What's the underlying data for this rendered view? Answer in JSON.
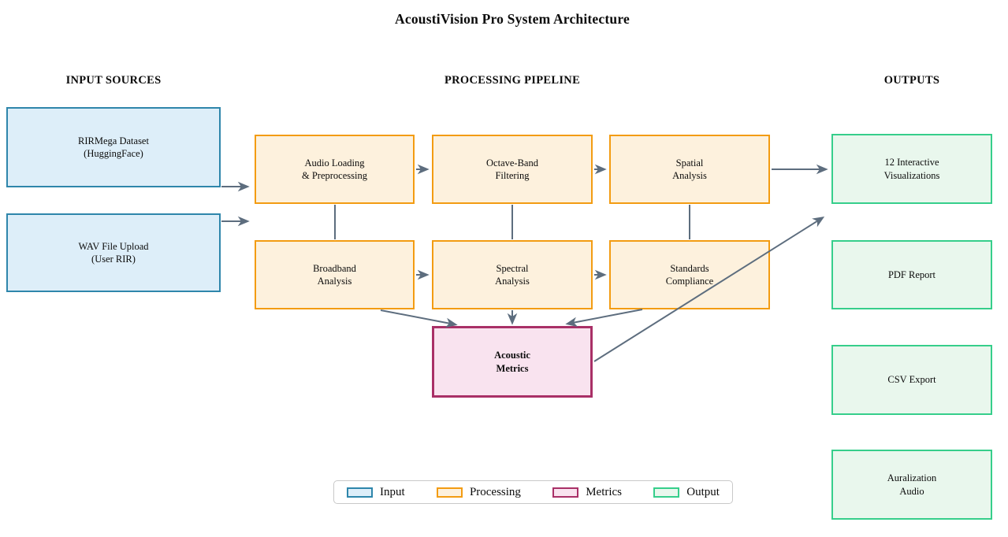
{
  "title": "AcoustiVision Pro System Architecture",
  "columns": {
    "inputs": {
      "header": "INPUT SOURCES"
    },
    "processing": {
      "header": "PROCESSING PIPELINE"
    },
    "outputs": {
      "header": "OUTPUTS"
    }
  },
  "nodes": {
    "rirmega": {
      "label": "RIRMega Dataset\n(HuggingFace)",
      "type": "input"
    },
    "wav_upload": {
      "label": "WAV File Upload\n(User RIR)",
      "type": "input"
    },
    "audio_loading": {
      "label": "Audio Loading\n& Preprocessing",
      "type": "processing"
    },
    "octave_band": {
      "label": "Octave-Band\nFiltering",
      "type": "processing"
    },
    "spatial_analysis": {
      "label": "Spatial\nAnalysis",
      "type": "processing"
    },
    "broadband": {
      "label": "Broadband\nAnalysis",
      "type": "processing"
    },
    "spectral": {
      "label": "Spectral\nAnalysis",
      "type": "processing"
    },
    "standards": {
      "label": "Standards\nCompliance",
      "type": "processing"
    },
    "acoustic_metrics": {
      "label": "Acoustic\nMetrics",
      "type": "metrics"
    },
    "visualizations": {
      "label": "12 Interactive\nVisualizations",
      "type": "output"
    },
    "pdf_report": {
      "label": "PDF Report",
      "type": "output"
    },
    "csv_export": {
      "label": "CSV Export",
      "type": "output"
    },
    "auralization": {
      "label": "Auralization\nAudio",
      "type": "output"
    }
  },
  "legend": {
    "items": [
      {
        "label": "Input",
        "type": "input"
      },
      {
        "label": "Processing",
        "type": "processing"
      },
      {
        "label": "Metrics",
        "type": "metrics"
      },
      {
        "label": "Output",
        "type": "output"
      }
    ]
  },
  "palette": {
    "input": {
      "border": "#2e86ab",
      "fill": "#ddeef9"
    },
    "processing": {
      "border": "#f39c12",
      "fill": "#fdf1dd"
    },
    "metrics": {
      "border": "#a93067",
      "fill": "#f9e3ef"
    },
    "output": {
      "border": "#36ce8b",
      "fill": "#e9f7ed"
    },
    "arrow": {
      "border": "#5d6d7e",
      "fill": "#5d6d7e"
    }
  }
}
